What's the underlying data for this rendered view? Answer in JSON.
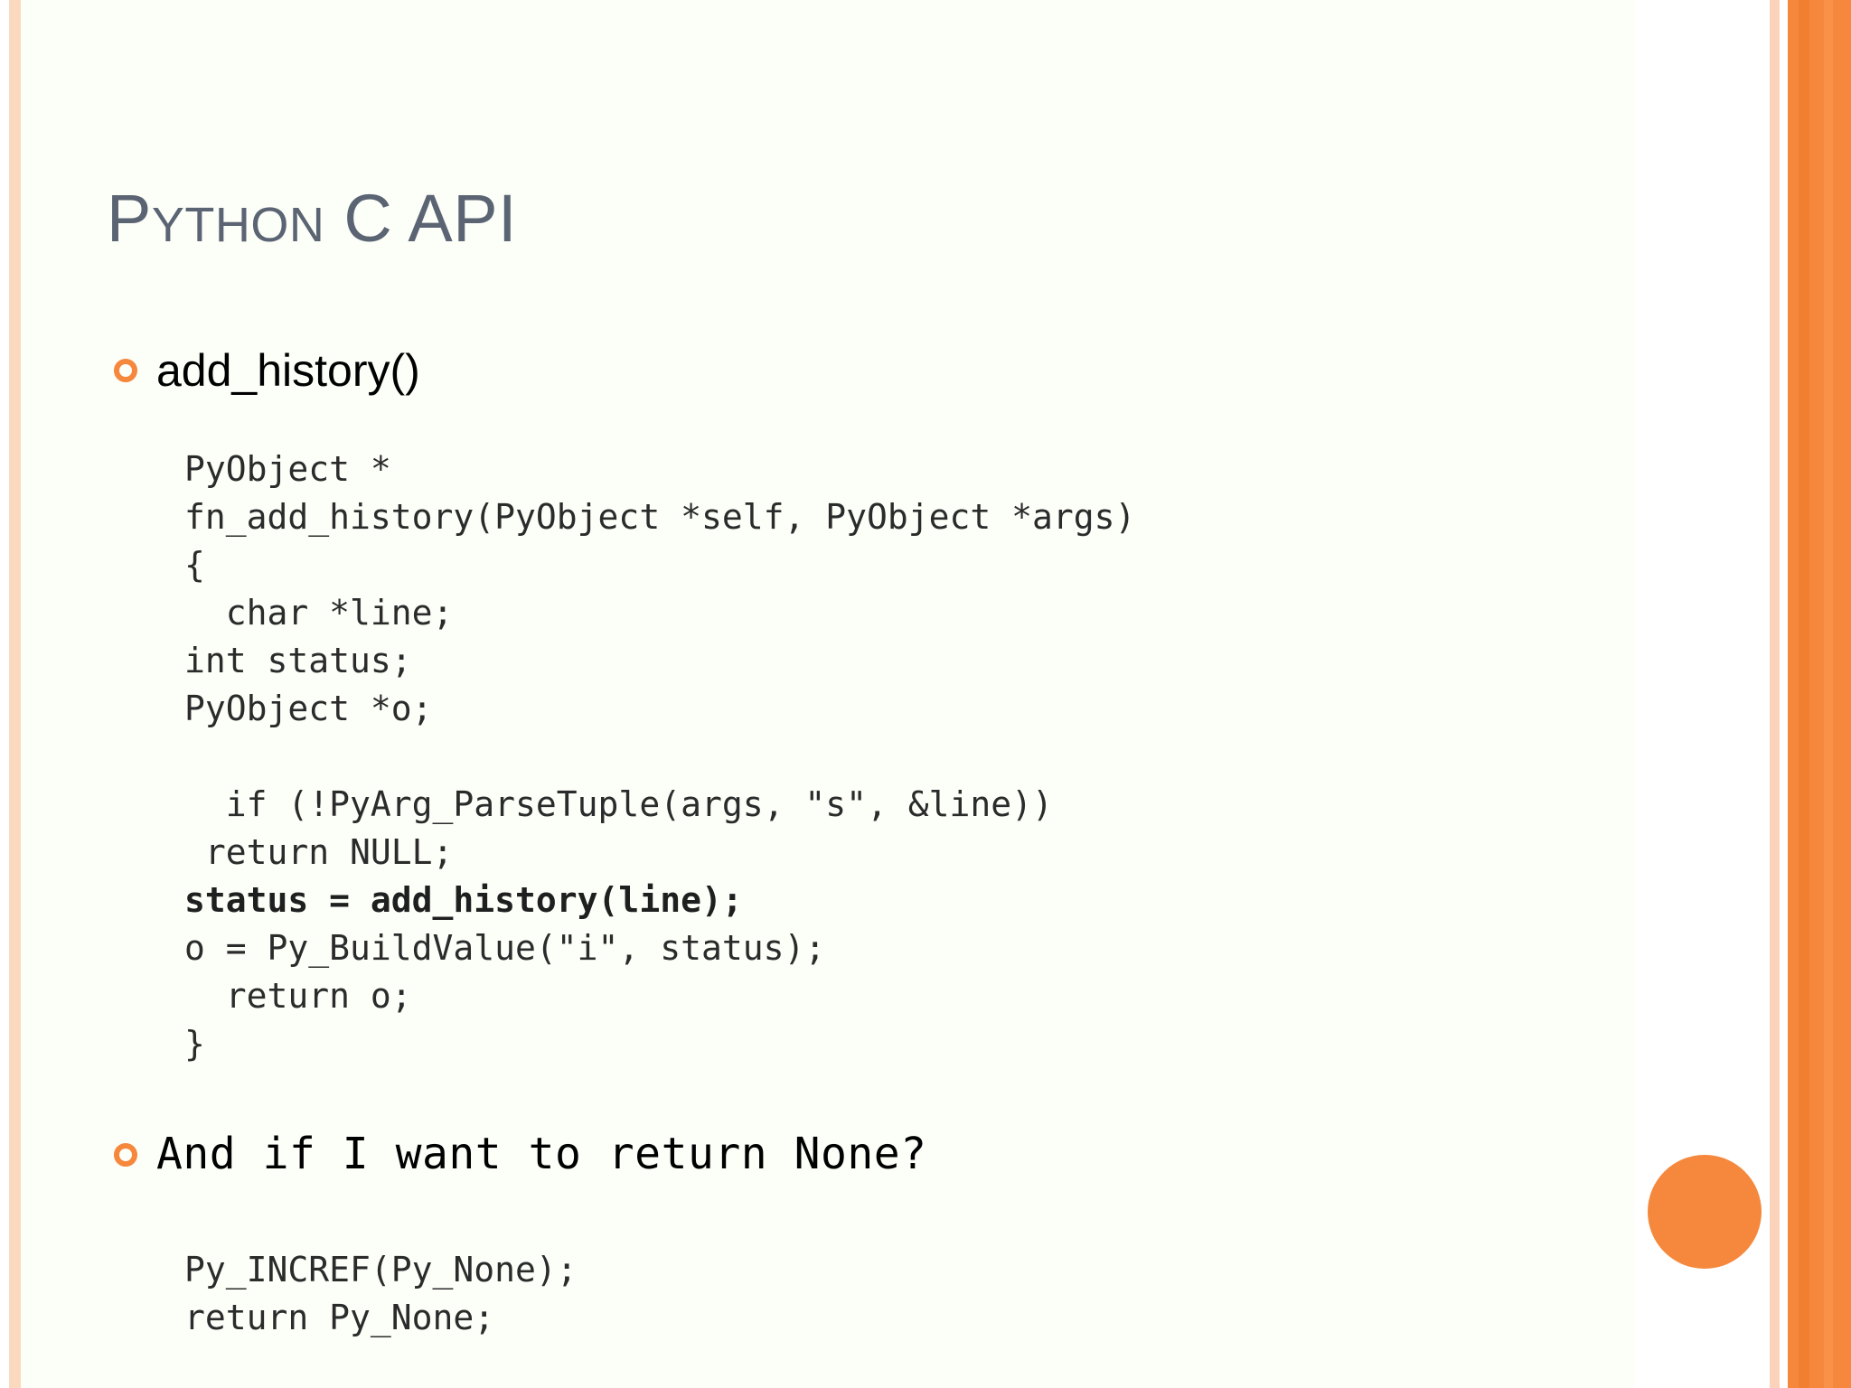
{
  "slide": {
    "title": {
      "segments": [
        {
          "text": "P",
          "style": "cap"
        },
        {
          "text": "YTHON",
          "style": "sc"
        },
        {
          "text": " C API",
          "style": "cap"
        }
      ],
      "plain": "Python C API"
    },
    "theme": {
      "background": "#fcfef8",
      "accent_orange": "#f5883c",
      "accent_peach": "#fbd9bf",
      "title_color": "#5b6472",
      "code_color": "#2b2b2b"
    },
    "bullets": [
      {
        "id": "bullet-1",
        "marker": "hollow-circle",
        "label": "add_history()"
      },
      {
        "id": "bullet-2",
        "marker": "hollow-circle",
        "label": "And if I want to return None?"
      }
    ],
    "code_blocks": [
      {
        "id": "code-1",
        "language": "c",
        "lines": [
          {
            "text": "PyObject *",
            "bold": false
          },
          {
            "text": "fn_add_history(PyObject *self, PyObject *args)",
            "bold": false
          },
          {
            "text": "{",
            "bold": false
          },
          {
            "text": "  char *line;",
            "bold": false
          },
          {
            "text": "int status;",
            "bold": false
          },
          {
            "text": "PyObject *o;",
            "bold": false
          },
          {
            "text": "",
            "bold": false
          },
          {
            "text": "  if (!PyArg_ParseTuple(args, \"s\", &line))",
            "bold": false
          },
          {
            "text": " return NULL;",
            "bold": false
          },
          {
            "text": "status = add_history(line);",
            "bold": true
          },
          {
            "text": "o = Py_BuildValue(\"i\", status);",
            "bold": false
          },
          {
            "text": "  return o;",
            "bold": false
          },
          {
            "text": "}",
            "bold": false
          }
        ]
      },
      {
        "id": "code-2",
        "language": "c",
        "lines": [
          {
            "text": "Py_INCREF(Py_None);",
            "bold": false
          },
          {
            "text": "return Py_None;",
            "bold": false
          }
        ]
      }
    ]
  }
}
